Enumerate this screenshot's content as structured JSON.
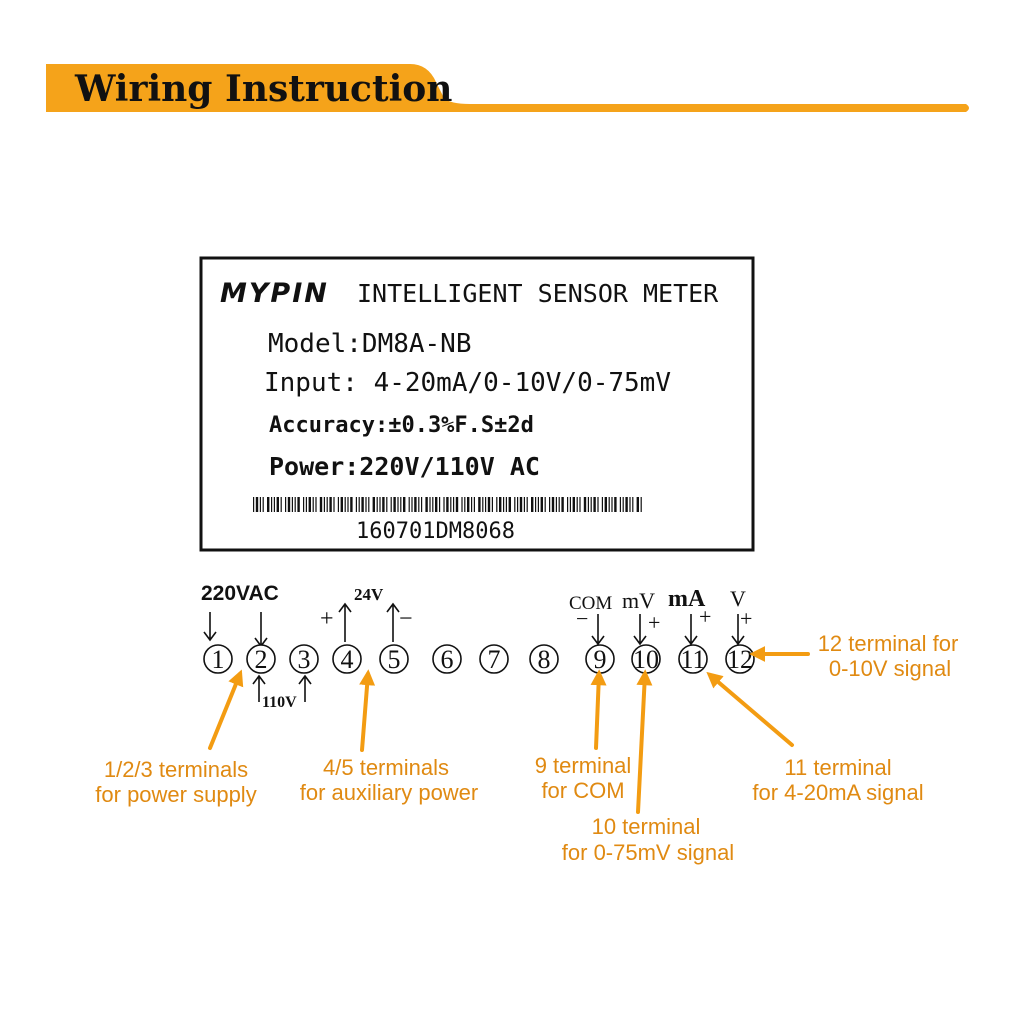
{
  "header": {
    "title": "Wiring Instruction",
    "accent_color": "#f5a31a"
  },
  "meter_label": {
    "brand": "MYPIN",
    "product": "INTELLIGENT SENSOR METER",
    "model": "Model:DM8A-NB",
    "input": "Input: 4-20mA/0-10V/0-75mV",
    "accuracy": "Accuracy:±0.3%F.S±2d",
    "power": "Power:220V/110V AC",
    "serial": "160701DM8068"
  },
  "terminals": [
    "1",
    "2",
    "3",
    "4",
    "5",
    "6",
    "7",
    "8",
    "9",
    "10",
    "11",
    "12"
  ],
  "terminal_marks": {
    "ac": "220VAC",
    "v110": "110V",
    "v24": "24V",
    "plus": "+",
    "minus": "−",
    "com": "COM",
    "mv": "mV",
    "ma": "mA",
    "v": "V"
  },
  "callouts": {
    "power_1": "1/2/3 terminals",
    "power_2": "for power supply",
    "aux_1": "4/5 terminals",
    "aux_2": "for auxiliary power",
    "com_1": "9 terminal",
    "com_2": "for COM",
    "mv_1": "10 terminal",
    "mv_2": "for 0-75mV signal",
    "ma_1": "11 terminal",
    "ma_2": "for 4-20mA signal",
    "v_1": "12 terminal for",
    "v_2": "0-10V signal"
  }
}
